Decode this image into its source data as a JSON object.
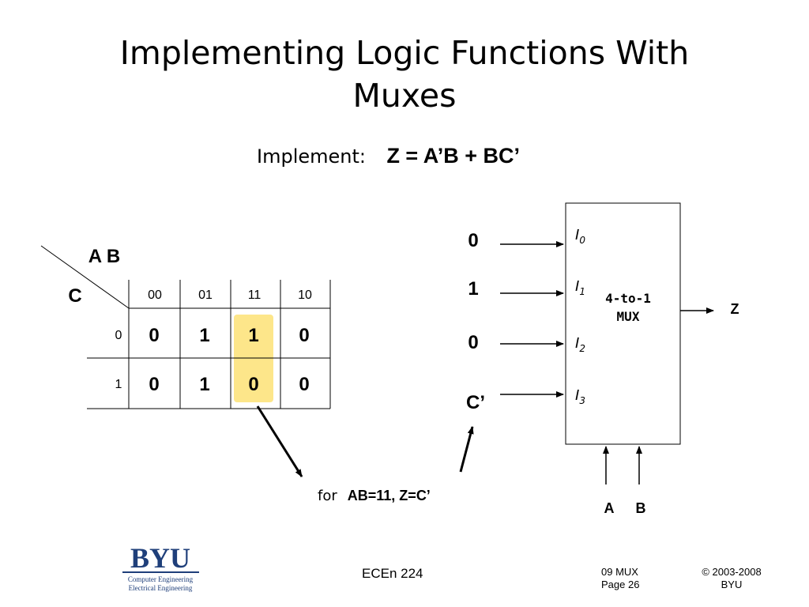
{
  "slide": {
    "title_line1": "Implementing Logic Functions With",
    "title_line2": "Muxes",
    "implement_label": "Implement:",
    "equation": "Z = A’B + BC’"
  },
  "kmap": {
    "row_var": "C",
    "col_vars": "A B",
    "col_headers": [
      "00",
      "01",
      "11",
      "10"
    ],
    "row_headers": [
      "0",
      "1"
    ],
    "cells": [
      [
        "0",
        "1",
        "1",
        "0"
      ],
      [
        "0",
        "1",
        "0",
        "0"
      ]
    ],
    "highlight_column": "11",
    "highlight_color": "#fde68a"
  },
  "mux": {
    "inputs": [
      "0",
      "1",
      "0",
      "C’"
    ],
    "input_labels": [
      {
        "base": "I",
        "sub": "0"
      },
      {
        "base": "I",
        "sub": "1"
      },
      {
        "base": "I",
        "sub": "2"
      },
      {
        "base": "I",
        "sub": "3"
      }
    ],
    "label_line1": "4-to-1",
    "label_line2": "MUX",
    "output": "Z",
    "selects": [
      "A",
      "B"
    ]
  },
  "annotation": {
    "prefix": "for",
    "text": "AB=11, Z=C’"
  },
  "footer": {
    "logo_text": "BYU",
    "logo_sub1": "Computer Engineering",
    "logo_sub2": "Electrical Engineering",
    "course": "ECEn 224",
    "section": "09 MUX",
    "page": "Page 26",
    "copyright": "© 2003-2008",
    "org": "BYU",
    "logo_color": "#1f3f7a"
  }
}
